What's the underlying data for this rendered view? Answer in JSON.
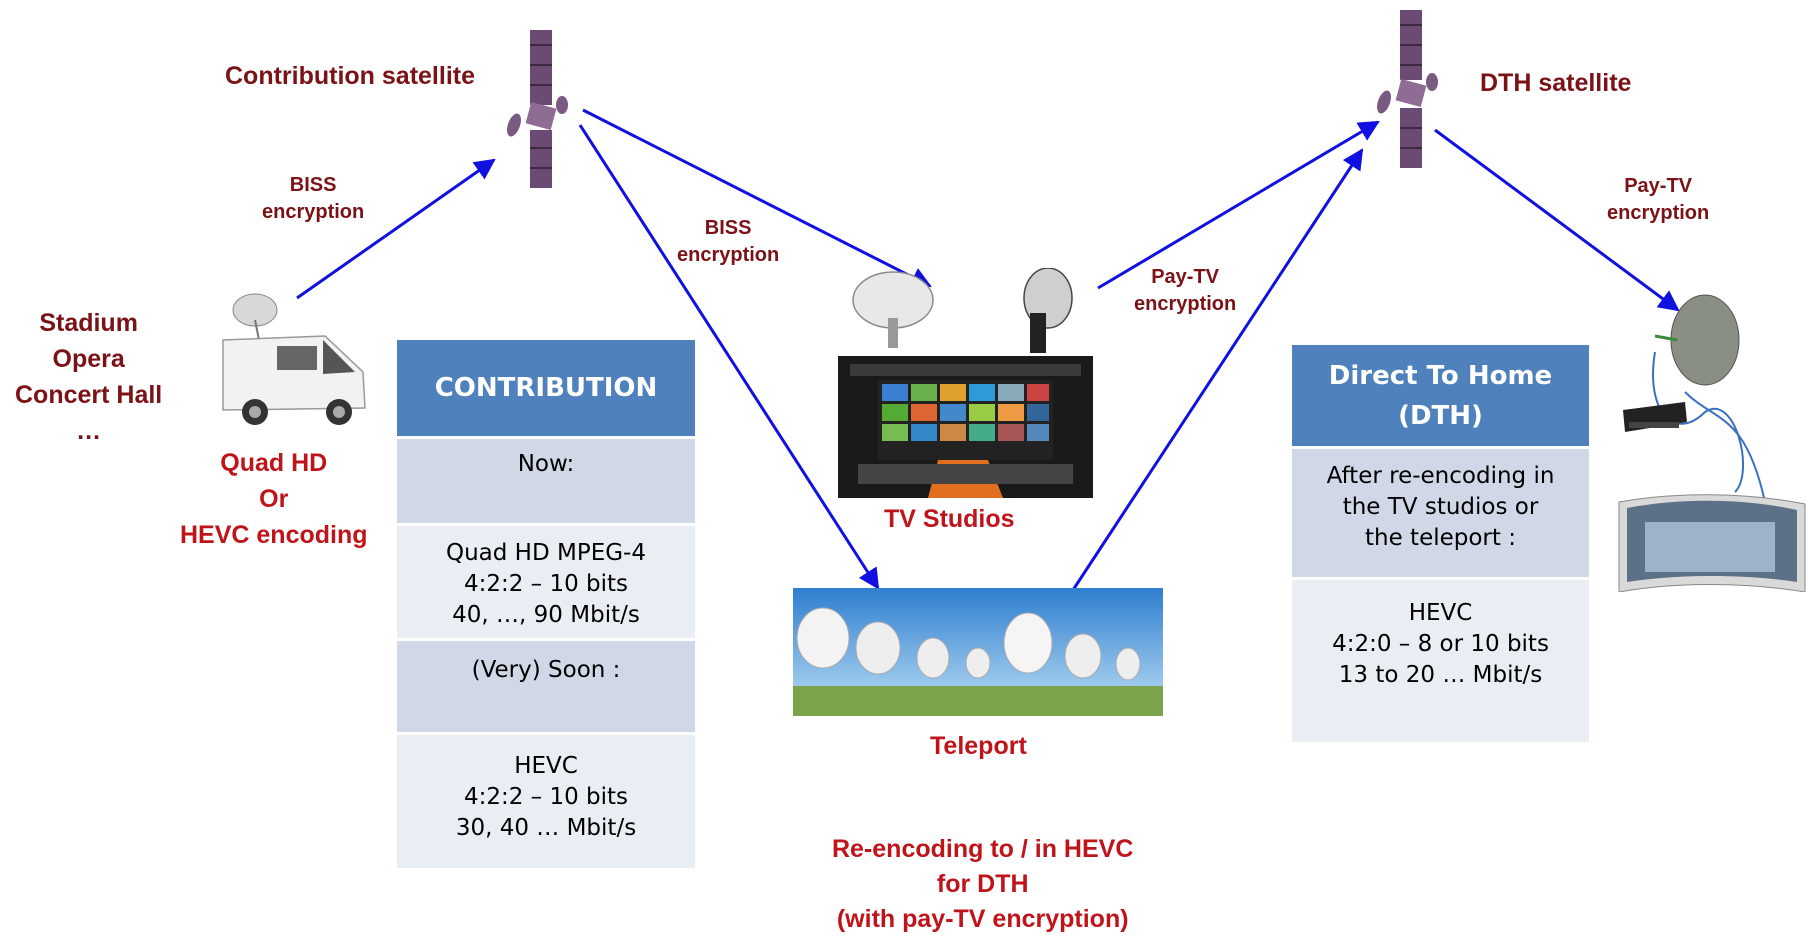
{
  "labels": {
    "contribution_satellite": "Contribution satellite",
    "dth_satellite": "DTH satellite",
    "biss_encryption_left": "BISS\nencryption",
    "biss_encryption_center": "BISS\nencryption",
    "paytv_encryption_center": "Pay-TV\nencryption",
    "paytv_encryption_right": "Pay-TV\nencryption",
    "venues": "Stadium\nOpera\nConcert Hall\n…",
    "encoding": "Quad HD\nOr\nHEVC encoding",
    "tv_studios": "TV Studios",
    "teleport": "Teleport",
    "reencoding": "Re-encoding to / in HEVC\nfor DTH\n(with pay-TV encryption)"
  },
  "contribution_table": {
    "header": "CONTRIBUTION",
    "rows": [
      "Now:",
      "Quad HD MPEG-4\n4:2:2 – 10 bits\n40, …, 90 Mbit/s",
      "(Very) Soon :",
      "HEVC\n4:2:2 – 10 bits\n30, 40 … Mbit/s"
    ]
  },
  "dth_table": {
    "header": "Direct To Home\n(DTH)",
    "rows": [
      "After re-encoding in\nthe TV studios or\nthe teleport :",
      "HEVC\n4:2:0 – 8 or 10 bits\n13 to 20 … Mbit/s"
    ]
  },
  "colors": {
    "arrow": "#1010e0",
    "header_fill": "#4f81bd",
    "row_dark": "#d0d8e8",
    "row_light": "#e9edf4",
    "label_dark_red": "#7a1216",
    "label_red": "#c0141b"
  }
}
